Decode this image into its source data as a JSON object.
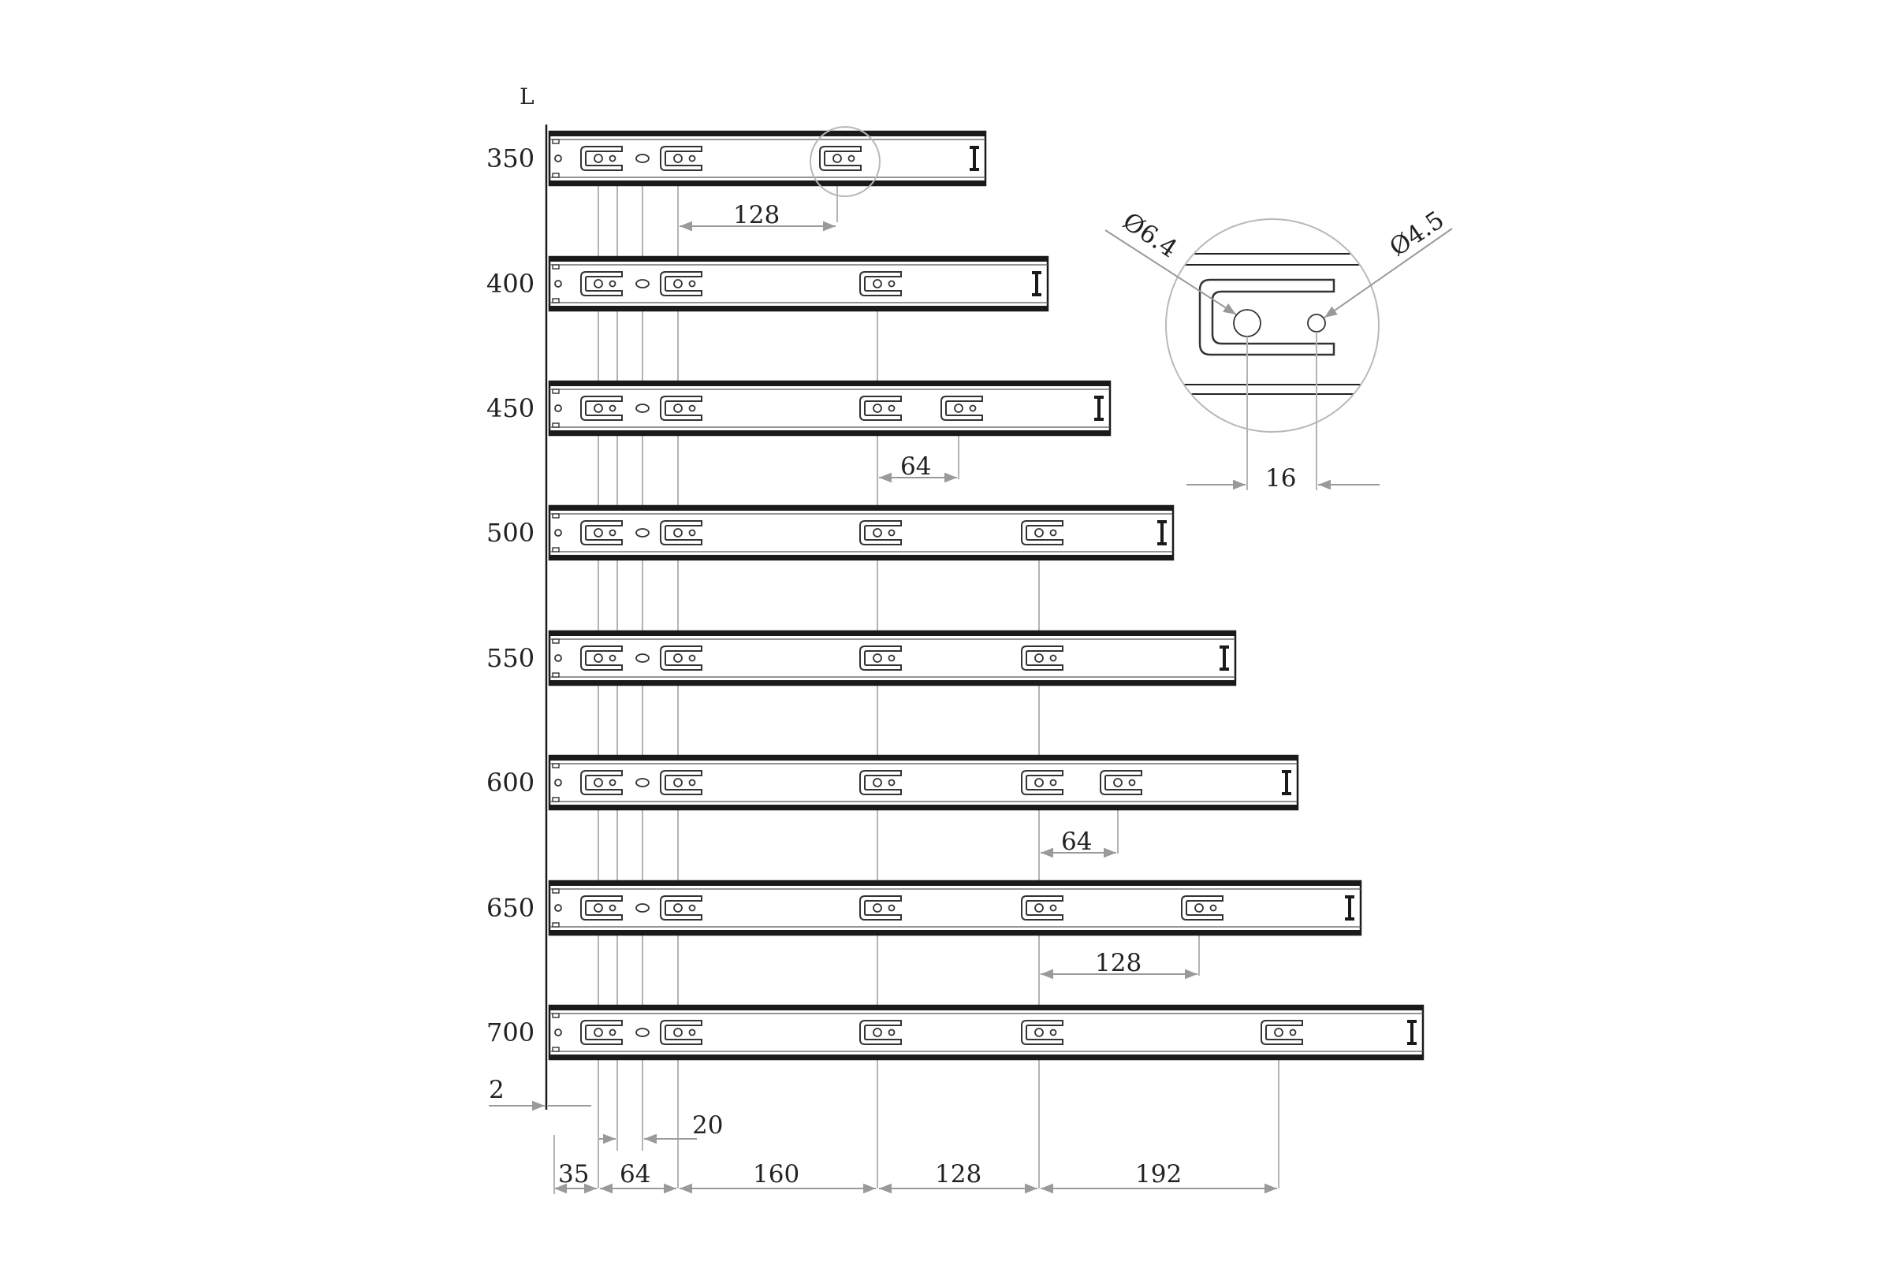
{
  "axis_label": "L",
  "rail_lengths": [
    "350",
    "400",
    "450",
    "500",
    "550",
    "600",
    "650",
    "700"
  ],
  "dims": {
    "d128_350": "128",
    "d64_450": "64",
    "d64_600": "64",
    "d128_650": "128",
    "offset_2": "2",
    "offset_20": "20",
    "bottom": [
      "35",
      "64",
      "160",
      "128",
      "192"
    ]
  },
  "detail": {
    "large_hole": "Ø6.4",
    "small_hole": "Ø4.5",
    "spacing": "16"
  }
}
